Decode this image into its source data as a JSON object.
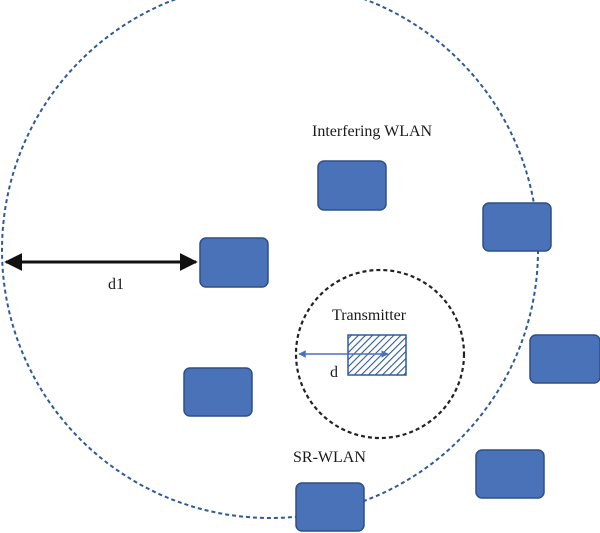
{
  "labels": {
    "interfering_wlan": "Interfering WLAN",
    "transmitter": "Transmitter",
    "sr_wlan": "SR-WLAN",
    "d1": "d1",
    "d": "d"
  },
  "colors": {
    "node_fill": "#4a72b8",
    "node_stroke": "#2e4f86",
    "outer_circle": "#2e5a9a",
    "inner_circle": "#222222",
    "arrow_d1": "#111111",
    "arrow_d": "#4a72b8",
    "transmitter_hatch": "#2e5a9a"
  }
}
